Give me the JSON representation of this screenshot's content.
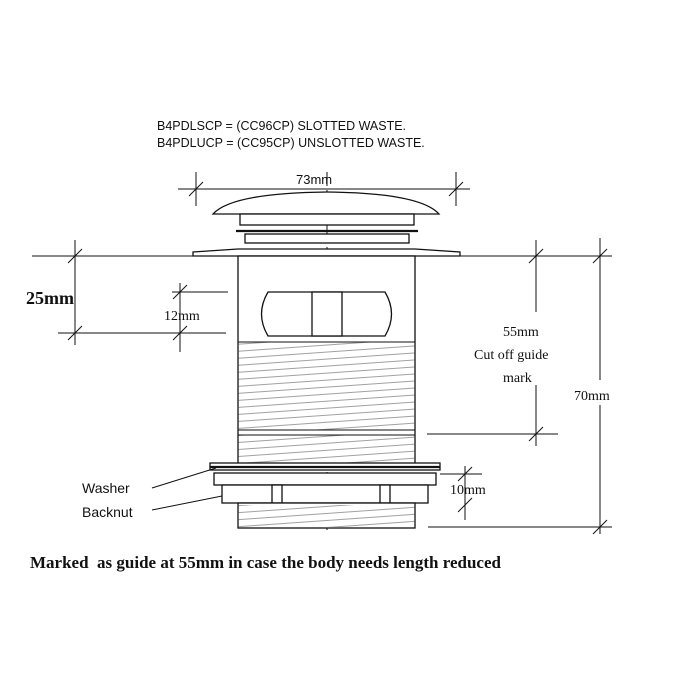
{
  "header": {
    "line1": "B4PDLSCP = (CC96CP) SLOTTED WASTE.",
    "line2": "B4PDLUCP = (CC95CP) UNSLOTTED WASTE."
  },
  "dimensions": {
    "cap_width": "73mm",
    "height_25": "25mm",
    "slot_height": "12mm",
    "cutoff_value": "55mm",
    "cutoff_text1": "Cut off guide",
    "cutoff_text2": "mark",
    "total_height": "70mm",
    "thread_height": "10mm"
  },
  "labels": {
    "washer": "Washer",
    "backnut": "Backnut"
  },
  "caption": "Marked  as guide at 55mm in case the body needs length reduced"
}
